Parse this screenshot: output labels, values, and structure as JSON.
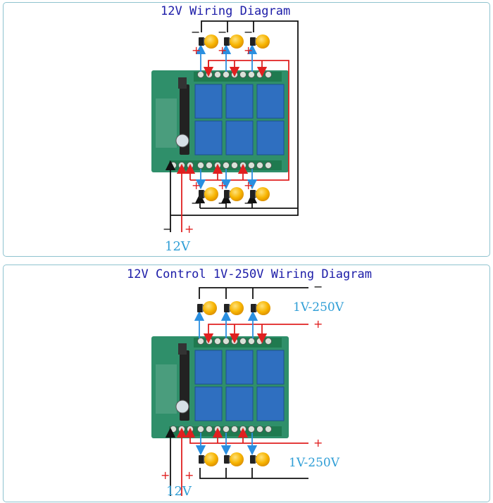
{
  "diagram1": {
    "title": "12V Wiring Diagram",
    "supply_label": "12V",
    "supply_neg": "−",
    "supply_pos": "+"
  },
  "diagram2": {
    "title": "12V Control 1V-250V Wiring Diagram",
    "supply_label": "12V",
    "supply_neg": "+",
    "supply_pos": "+",
    "top_range_label": "1V-250V",
    "bottom_range_label": "1V-250V",
    "top_neg": "−",
    "top_pos": "+",
    "bottom_pos": "+"
  },
  "lamp_sign_pos": "+",
  "lamp_sign_neg": "−",
  "colors": {
    "title": "#1c1ca8",
    "blue_wire": "#2a8fe0",
    "red_wire": "#e02020",
    "black_wire": "#111111",
    "pcb": "#2f8f6a",
    "relay": "#2f6fc0",
    "lamp": "#f7b400"
  },
  "icons": [
    "bulb-icon",
    "relay-board-icon"
  ]
}
